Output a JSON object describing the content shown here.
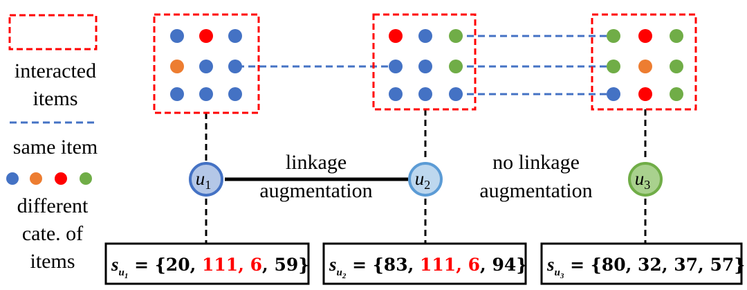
{
  "legend": {
    "box_label_line1": "interacted",
    "box_label_line2": "items",
    "line_label": "same item",
    "dots_label_line1": "different",
    "dots_label_line2": "cate. of",
    "dots_label_line3": "items"
  },
  "edges": {
    "link_line1": "linkage",
    "link_line2": "augmentation",
    "nolink_line1": "no linkage",
    "nolink_line2": "augmentation"
  },
  "users": [
    {
      "name": "u",
      "sub": "1",
      "fill": "#b4c7e7",
      "stroke": "#4472c4",
      "seq_prefix": "{",
      "seq_items": [
        "20",
        "111",
        "6",
        "59"
      ],
      "seq_red": [
        false,
        true,
        true,
        false
      ]
    },
    {
      "name": "u",
      "sub": "2",
      "fill": "#bdd7ee",
      "stroke": "#5b9bd5",
      "seq_prefix": "{",
      "seq_items": [
        "83",
        "111",
        "6",
        "94"
      ],
      "seq_red": [
        false,
        true,
        true,
        false
      ]
    },
    {
      "name": "u",
      "sub": "3",
      "fill": "#a9d18e",
      "stroke": "#70ad47",
      "seq_prefix": "{",
      "seq_items": [
        "80",
        "32",
        "37",
        "57"
      ],
      "seq_red": [
        false,
        false,
        false,
        false
      ]
    }
  ],
  "seq_symbol": "s",
  "colors": {
    "blue": "#4472c4",
    "orange": "#ed7d31",
    "red": "#ff0000",
    "green": "#70ad47",
    "box_dash": "#ff0000",
    "link_dash": "#4472c4"
  },
  "grids": [
    [
      "blue",
      "red",
      "blue",
      "orange",
      "blue",
      "blue",
      "blue",
      "blue",
      "blue"
    ],
    [
      "red",
      "blue",
      "green",
      "blue",
      "blue",
      "green",
      "blue",
      "blue",
      "blue"
    ],
    [
      "green",
      "red",
      "green",
      "green",
      "orange",
      "green",
      "blue",
      "red",
      "green"
    ]
  ]
}
